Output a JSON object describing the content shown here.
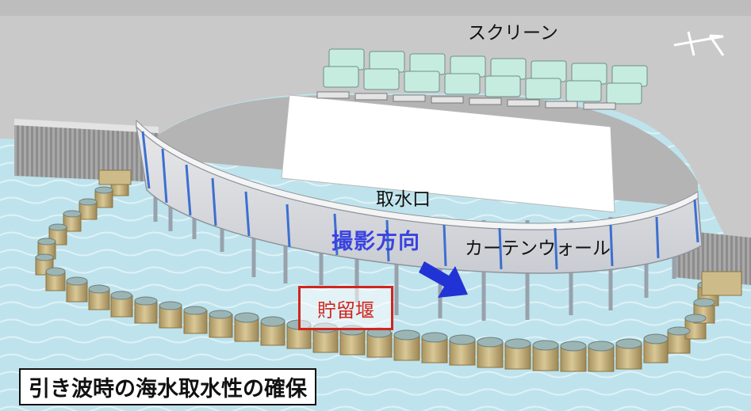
{
  "labels": {
    "screen": "スクリーン",
    "intake": "取水口",
    "curtain_wall": "カーテンウォール",
    "shooting_direction": "撮影方向",
    "storage_weir": "貯留堰"
  },
  "caption": "引き波時の海水取水性の確保",
  "icons": {
    "north": "north-arrow-icon",
    "direction": "direction-arrow-icon"
  },
  "colors": {
    "sea": "#bfe3ec",
    "ground": "#c9c9c9",
    "weir_frame": "#d0261e",
    "direction_text": "#3a43e0",
    "direction_arrow": "#2233d6",
    "screen_box": "#c6ece0",
    "caisson": "#c9b482"
  }
}
